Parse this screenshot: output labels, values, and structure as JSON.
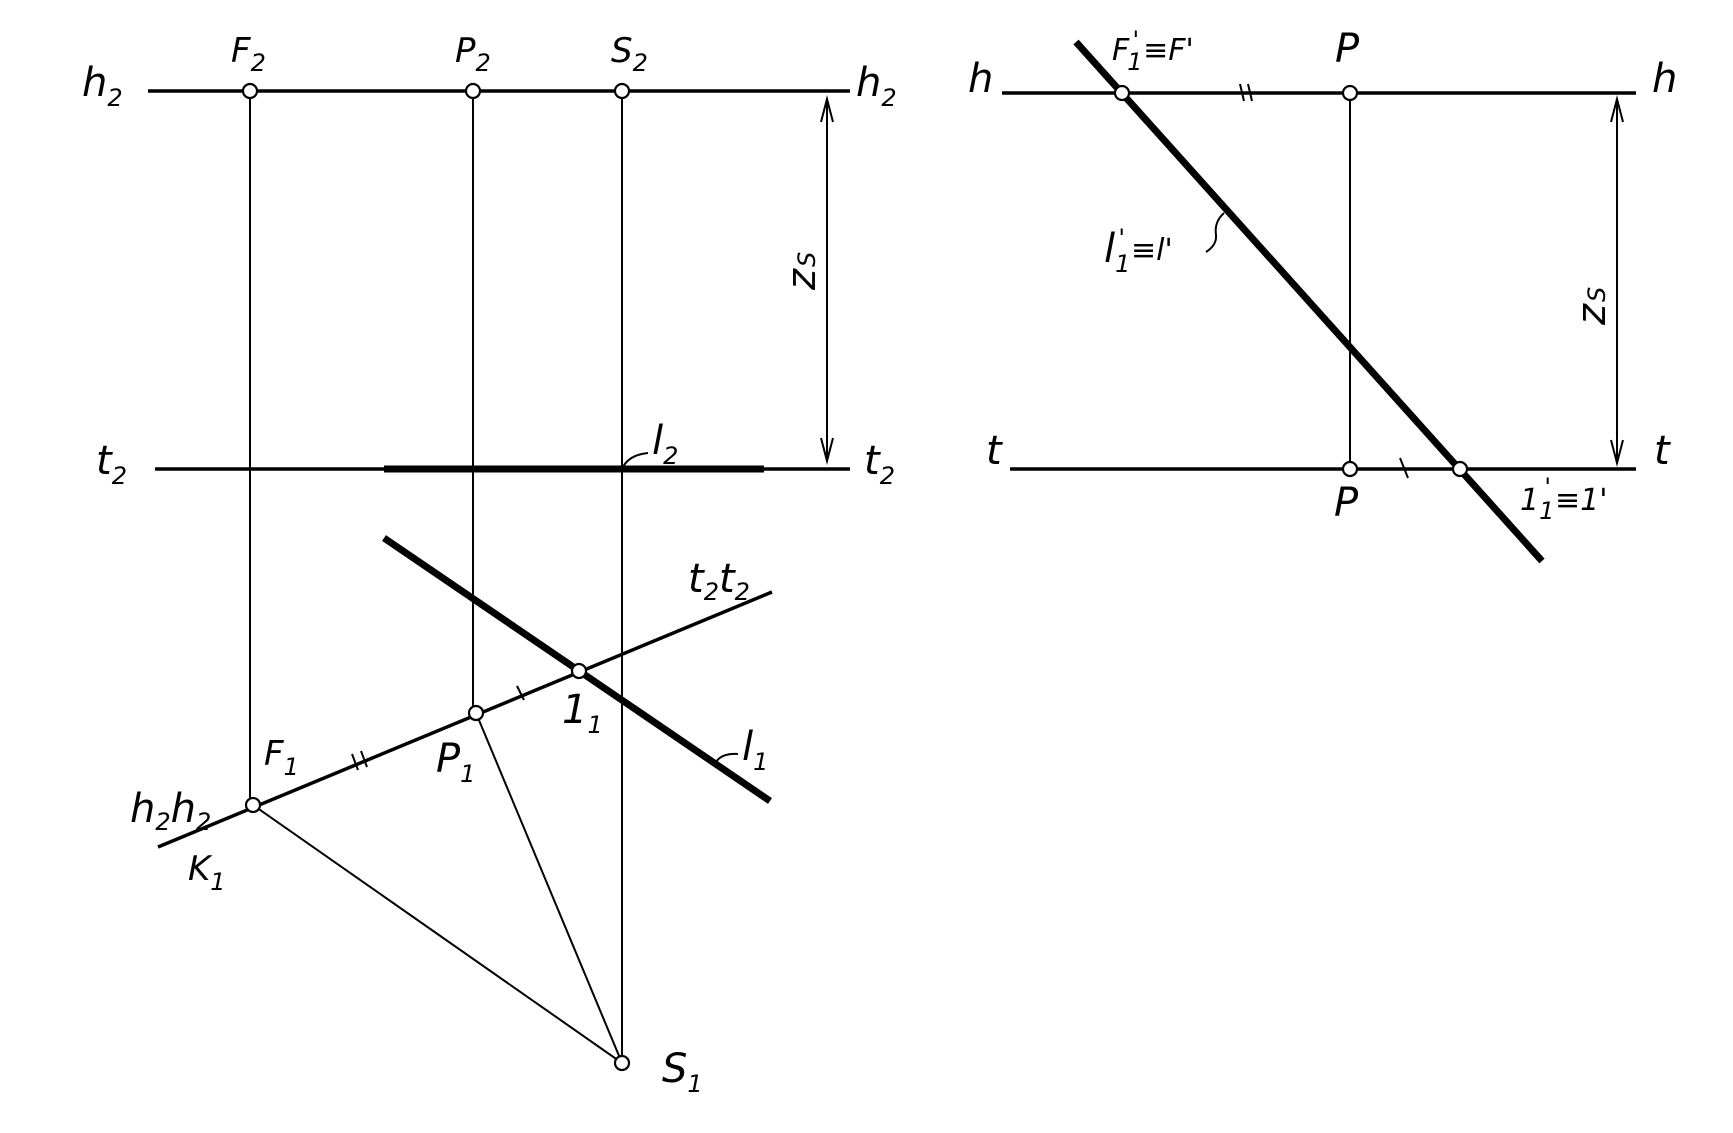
{
  "left_view": {
    "label_h2_left": "h",
    "label_h2_left_sub": "2",
    "label_h2_right": "h",
    "label_h2_right_sub": "2",
    "label_t2_left": "t",
    "label_t2_left_sub": "2",
    "label_t2_right": "t",
    "label_t2_right_sub": "2",
    "label_F2": "F",
    "label_F2_sub": "2",
    "label_P2": "P",
    "label_P2_sub": "2",
    "label_S2": "S",
    "label_S2_sub": "2",
    "label_zs": "z",
    "label_zs_sub": "S",
    "label_l2": "l",
    "label_l2_sub": "2",
    "label_t2t2": "t",
    "label_t2t2_sub1": "2",
    "label_t2t2_b": "t",
    "label_t2t2_sub2": "2",
    "label_1_1": "1",
    "label_1_1_sub": "1",
    "label_l1": "l",
    "label_l1_sub": "1",
    "label_F1": "F",
    "label_F1_sub": "1",
    "label_P1": "P",
    "label_P1_sub": "1",
    "label_h2h2": "h",
    "label_h2h2_sub1": "2",
    "label_h2h2_b": "h",
    "label_h2h2_sub2": "2",
    "label_K1": "K",
    "label_K1_sub": "1",
    "label_S1": "S",
    "label_S1_sub": "1"
  },
  "right_view": {
    "label_h_left": "h",
    "label_h_right": "h",
    "label_t_left": "t",
    "label_t_right": "t",
    "label_F": "F",
    "label_F_sub": "1",
    "label_F_sup": "'",
    "label_F_equiv": "≡F'",
    "label_P_top": "P",
    "label_P_bottom": "P",
    "label_zs": "z",
    "label_zs_sub": "S",
    "label_l": "l",
    "label_l_sub": "1",
    "label_l_sup": "'",
    "label_l_equiv": "≡l'",
    "label_1": "1",
    "label_1_sub": "1",
    "label_1_sup": "'",
    "label_1_equiv": "≡1'"
  }
}
